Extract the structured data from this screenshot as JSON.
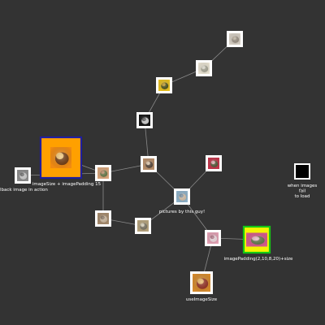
{
  "graph": {
    "background": "#333333",
    "edge_color": "#8a8a8a",
    "nodes": [
      {
        "id": "n1",
        "icon": "koala-thumbnail",
        "palette": [
          "#d6cfc4",
          "#8e8475",
          "#b5a994"
        ]
      },
      {
        "id": "n2",
        "icon": "dandelion-thumbnail",
        "palette": [
          "#e9e3d2",
          "#9a9a88",
          "#d9d5c6"
        ]
      },
      {
        "id": "n3",
        "icon": "yellow-flower-thumbnail",
        "palette": [
          "#e8c01e",
          "#2c3a12",
          "#b88d0d"
        ]
      },
      {
        "id": "n4",
        "icon": "white-butterfly-thumbnail",
        "palette": [
          "#151515",
          "#f2f2f2",
          "#3a3a3a"
        ]
      },
      {
        "id": "n5",
        "icon": "cat-thumbnail",
        "palette": [
          "#b88e6a",
          "#3f342c",
          "#e2c7a6"
        ]
      },
      {
        "id": "n6",
        "icon": "red-berries-thumbnail",
        "palette": [
          "#c2344a",
          "#3c5a30",
          "#e3a6b0"
        ]
      },
      {
        "id": "n7",
        "icon": "child-portrait-thumbnail",
        "palette": [
          "#d8a57a",
          "#4f6e3a",
          "#b47a54"
        ]
      },
      {
        "id": "n8",
        "icon": "orange-flower-thumbnail",
        "palette": [
          "#f08a12",
          "#5a2a0d",
          "#ffd277"
        ]
      },
      {
        "id": "n9",
        "icon": "fallback-image-thumbnail",
        "palette": [
          "#8c8c8c",
          "#d9d9d9",
          "#4a4a4a"
        ]
      },
      {
        "id": "n10",
        "icon": "portrait-thumbnail",
        "palette": [
          "#8fb2c9",
          "#e0c2a2",
          "#5b7a92"
        ]
      },
      {
        "id": "n11",
        "icon": "tabby-kitten-thumbnail",
        "palette": [
          "#a58a6c",
          "#d6c2a8",
          "#6e5a44"
        ]
      },
      {
        "id": "n12",
        "icon": "bee-on-flower-thumbnail",
        "palette": [
          "#b6a37c",
          "#6f6a5a",
          "#d8cfb5"
        ]
      },
      {
        "id": "n13",
        "icon": "pink-blossom-thumbnail",
        "palette": [
          "#e3a1b4",
          "#f4e6ea",
          "#9a5468"
        ]
      },
      {
        "id": "n14",
        "icon": "pink-flowers-thumbnail",
        "palette": [
          "#d45a8c",
          "#4a7b37",
          "#f0b8ce"
        ]
      },
      {
        "id": "n15",
        "icon": "fruit-bowl-thumbnail",
        "palette": [
          "#d58a2c",
          "#8a1f1f",
          "#f0c060"
        ]
      },
      {
        "id": "n16",
        "icon": "failed-image-thumbnail",
        "palette": [
          "#000000",
          "#000000",
          "#000000"
        ]
      }
    ],
    "edges": [
      [
        "n1",
        "n2"
      ],
      [
        "n2",
        "n3"
      ],
      [
        "n3",
        "n4"
      ],
      [
        "n4",
        "n5"
      ],
      [
        "n5",
        "n7"
      ],
      [
        "n5",
        "n10"
      ],
      [
        "n6",
        "n10"
      ],
      [
        "n7",
        "n8"
      ],
      [
        "n7",
        "n9"
      ],
      [
        "n7",
        "n11"
      ],
      [
        "n11",
        "n12"
      ],
      [
        "n12",
        "n10"
      ],
      [
        "n10",
        "n13"
      ],
      [
        "n13",
        "n14"
      ],
      [
        "n13",
        "n15"
      ]
    ],
    "labels": {
      "n7": "imageSize + imagePadding 15",
      "n9": "fallback image in action",
      "n10": "pictures by this guy!",
      "n14": "imagePadding(2,10,8,20)+size",
      "n15": "useImageSize",
      "n16": [
        "when images",
        "fail",
        "to load"
      ]
    }
  }
}
